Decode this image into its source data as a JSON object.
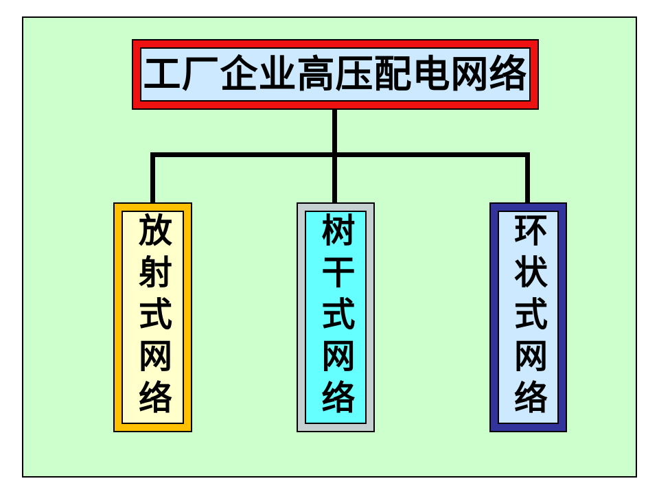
{
  "diagram": {
    "slide_background": "#CCFFCC",
    "page_background": "#FFFFFF",
    "connector_color": "#000000",
    "title_box": {
      "label": "工厂企业高压配电网络",
      "border_color": "#EE1111",
      "fill_color": "#CCE9FF",
      "text_color": "#000000"
    },
    "children": [
      {
        "label": "放射式网络",
        "border_color": "#FFC000",
        "fill_color": "#FFFFCC",
        "text_color": "#000000"
      },
      {
        "label": "树干式网络",
        "border_color": "#C6D0D0",
        "fill_color": "#66FFFF",
        "text_color": "#000000"
      },
      {
        "label": "环状式网络",
        "border_color": "#33339C",
        "fill_color": "#CCE9FF",
        "text_color": "#000000"
      }
    ]
  }
}
